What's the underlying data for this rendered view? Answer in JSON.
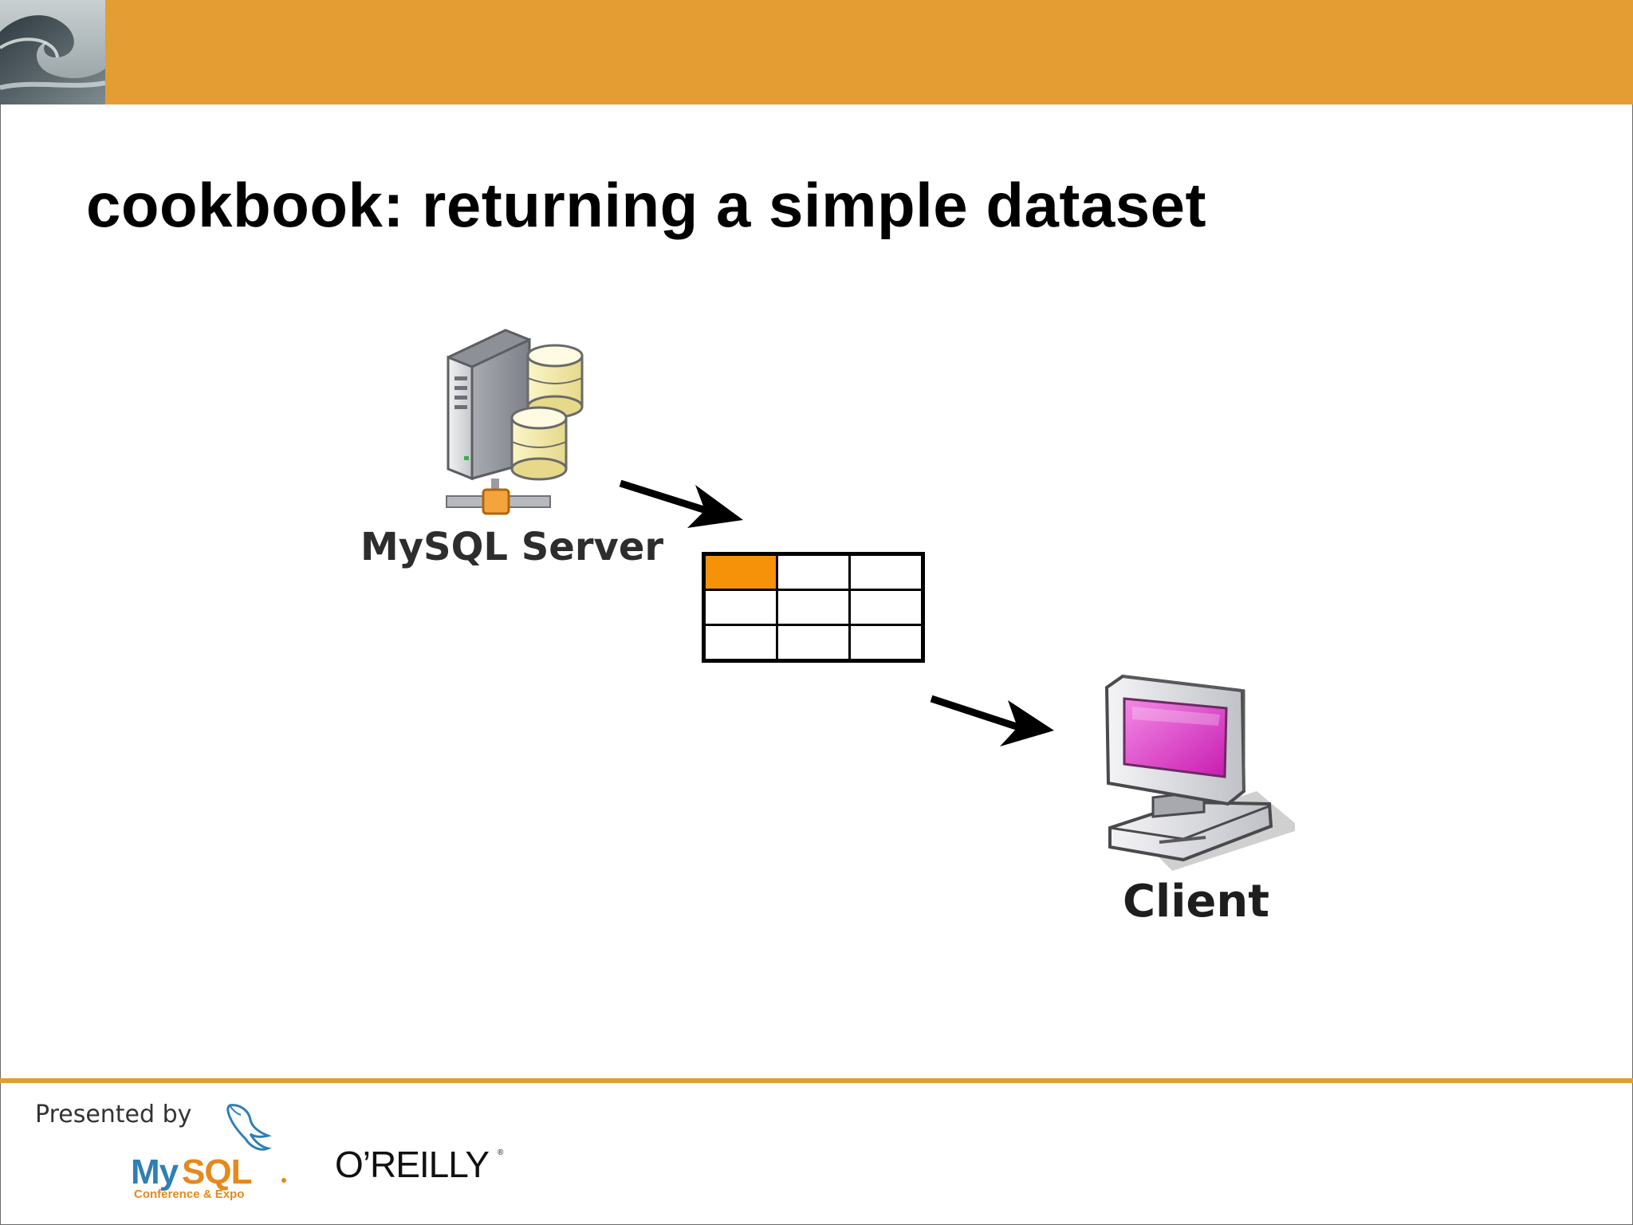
{
  "slide": {
    "title": "cookbook: returning a simple dataset"
  },
  "diagram": {
    "server_label": "MySQL Server",
    "client_label": "Client",
    "result_table": {
      "rows": 3,
      "columns": 3,
      "highlighted_cell": "row 1, column 1"
    },
    "flow": [
      "MySQL Server",
      "dataset",
      "Client"
    ]
  },
  "footer": {
    "presented_by": "Presented by",
    "mysql_logo_text": "MySQL",
    "mysql_logo_subtitle": "Conference & Expo",
    "oreilly_logo_text": "O’REILLY"
  },
  "colors": {
    "header_bar": "#e39d32",
    "footer_rule": "#e39d32",
    "highlight_cell": "#f5920a",
    "client_screen": "#e23ec9",
    "mysql_blue": "#2f7fb5",
    "mysql_orange": "#e5891c",
    "database_cylinder": "#f4eaa6"
  },
  "icons": [
    "ocean-wave-thumbnail",
    "database-server-icon",
    "arrow-icon",
    "desktop-computer-icon",
    "mysql-dolphin-logo",
    "oreilly-logo"
  ]
}
